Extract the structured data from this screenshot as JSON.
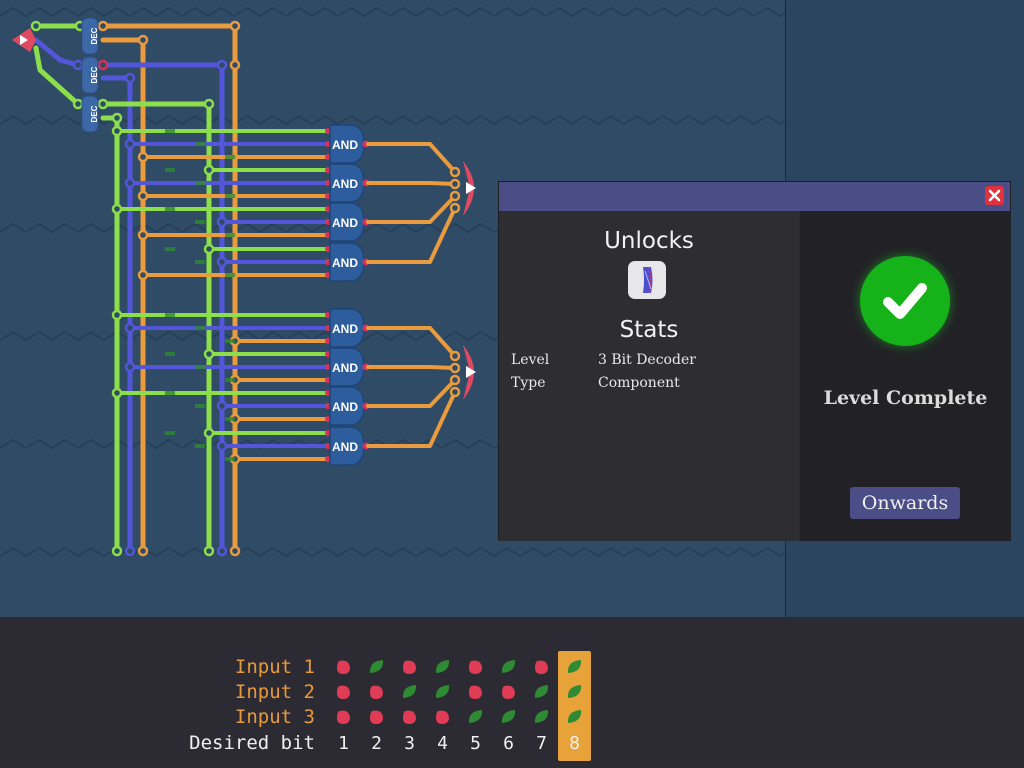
{
  "board": {
    "gate_label": "AND",
    "decoder_label": "DEC",
    "wire_colors": {
      "orange": "#e99b3e",
      "blue": "#5356d8",
      "green": "#8cdf4a",
      "dark_green": "#2f8a2f"
    }
  },
  "modal": {
    "unlocks_heading": "Unlocks",
    "stats_heading": "Stats",
    "stats": [
      {
        "label": "Level",
        "value": "3 Bit Decoder"
      },
      {
        "label": "Type",
        "value": "Component"
      }
    ],
    "status_text": "Level Complete",
    "onwards_label": "Onwards",
    "close_icon": "close-icon",
    "check_icon": "checkmark-icon",
    "colors": {
      "titlebar": "#4a4d86",
      "close": "#e1313c",
      "success": "#16b21a"
    }
  },
  "truth_table": {
    "rows": [
      {
        "label": "Input 1",
        "bits": [
          0,
          1,
          0,
          1,
          0,
          1,
          0,
          1
        ]
      },
      {
        "label": "Input 2",
        "bits": [
          0,
          0,
          1,
          1,
          0,
          0,
          1,
          1
        ]
      },
      {
        "label": "Input 3",
        "bits": [
          0,
          0,
          0,
          0,
          1,
          1,
          1,
          1
        ]
      }
    ],
    "desired_label": "Desired bit",
    "columns": [
      "1",
      "2",
      "3",
      "4",
      "5",
      "6",
      "7",
      "8"
    ],
    "active_column": 8,
    "colors": {
      "on": "#2f8a34",
      "off": "#e03c55",
      "highlight": "#e8a23a"
    }
  }
}
